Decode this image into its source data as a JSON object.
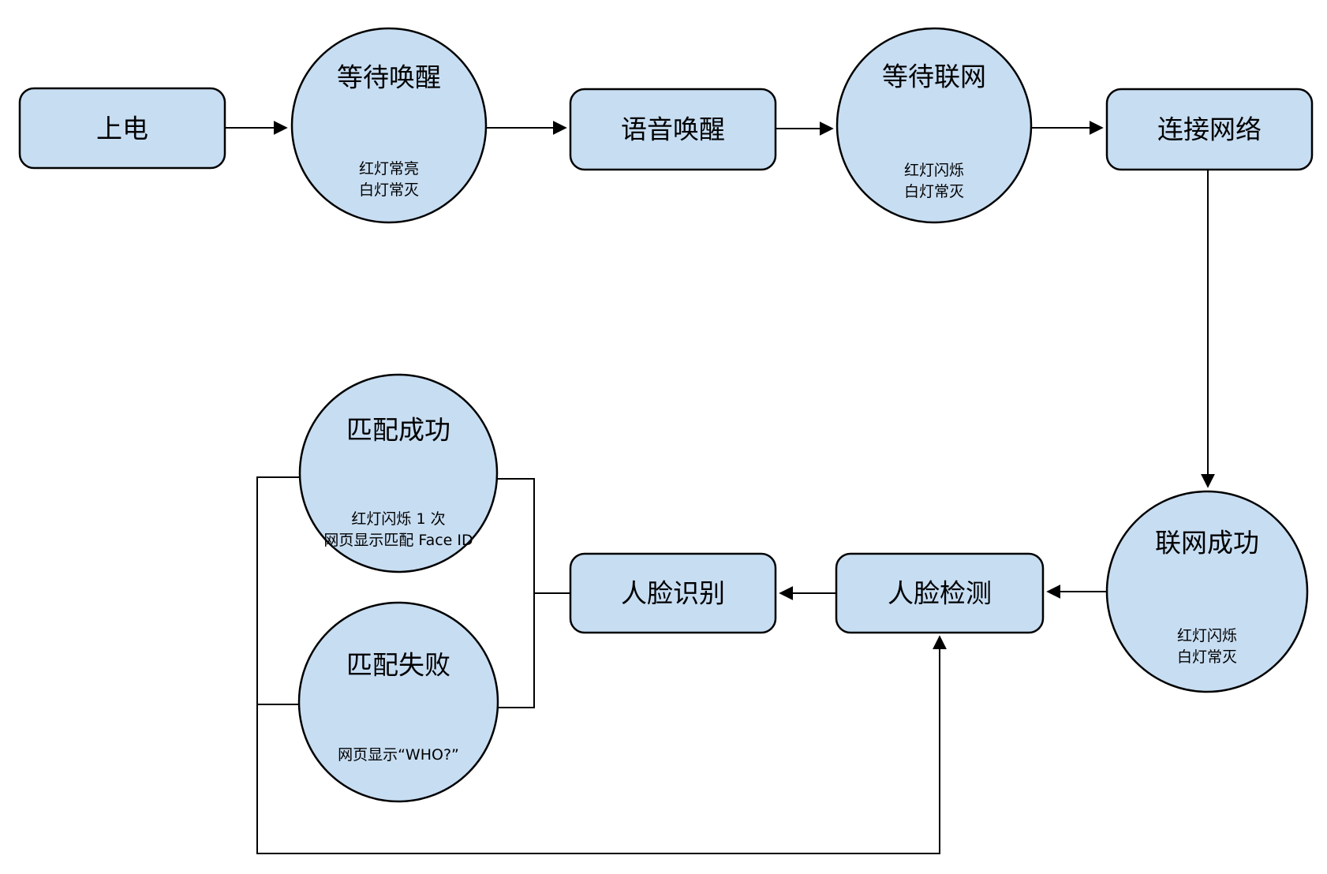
{
  "diagram": {
    "colors": {
      "node_fill": "#c7ddf2",
      "node_stroke": "#000000",
      "background": "#ffffff"
    },
    "nodes": {
      "power_on": {
        "label": "上电"
      },
      "wait_wake": {
        "label": "等待唤醒",
        "sub1": "红灯常亮",
        "sub2": "白灯常灭"
      },
      "voice_wake": {
        "label": "语音唤醒"
      },
      "wait_network": {
        "label": "等待联网",
        "sub1": "红灯闪烁",
        "sub2": "白灯常灭"
      },
      "connect_network": {
        "label": "连接网络"
      },
      "network_success": {
        "label": "联网成功",
        "sub1": "红灯闪烁",
        "sub2": "白灯常灭"
      },
      "face_detect": {
        "label": "人脸检测"
      },
      "face_recognize": {
        "label": "人脸识别"
      },
      "match_success": {
        "label": "匹配成功",
        "sub1": "红灯闪烁 1 次",
        "sub2": "网页显示匹配 Face ID"
      },
      "match_fail": {
        "label": "匹配失败",
        "sub1": "网页显示“WHO?”"
      }
    }
  }
}
